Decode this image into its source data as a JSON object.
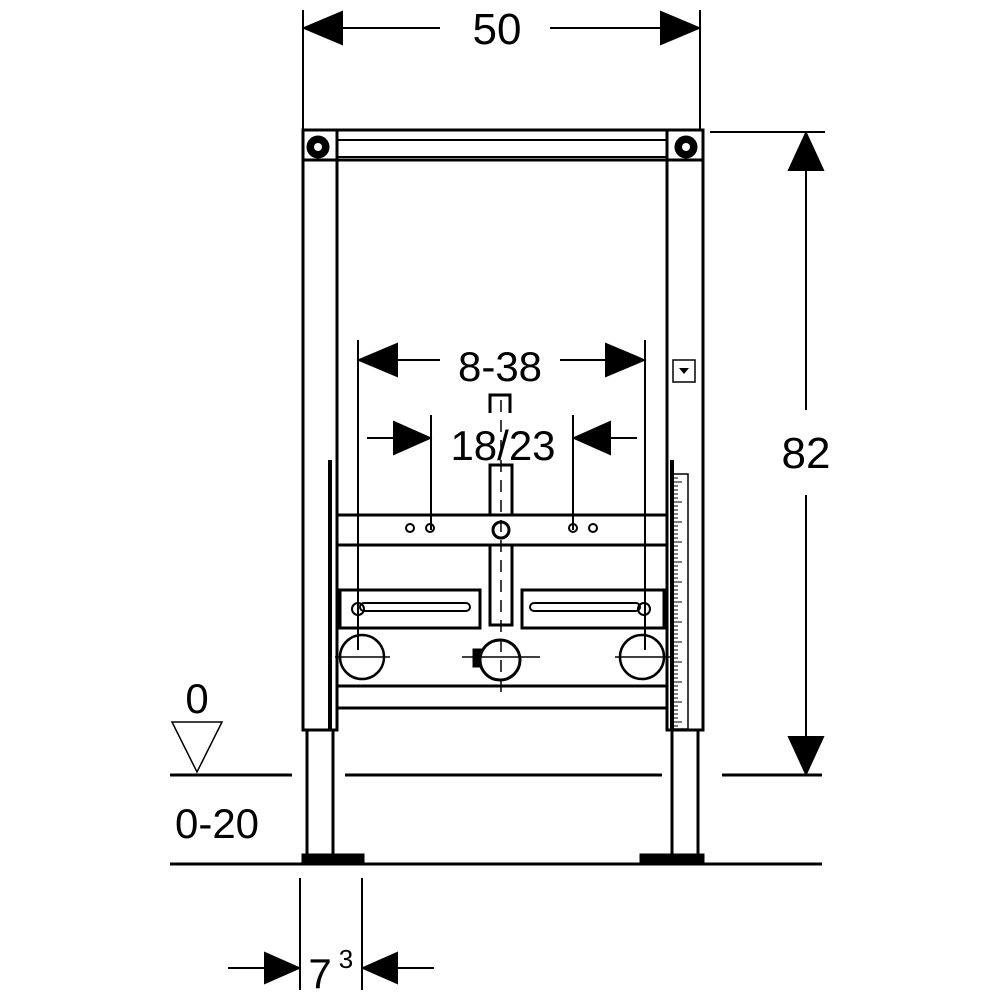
{
  "dimensions": {
    "width": "50",
    "height": "82",
    "spacing_range": "8-38",
    "connection_spacing": "18/23",
    "floor_zero": "0",
    "floor_range": "0-20",
    "leg_width": "7",
    "leg_width_superscript": "3"
  },
  "colors": {
    "line": "#000000",
    "background": "#ffffff"
  }
}
